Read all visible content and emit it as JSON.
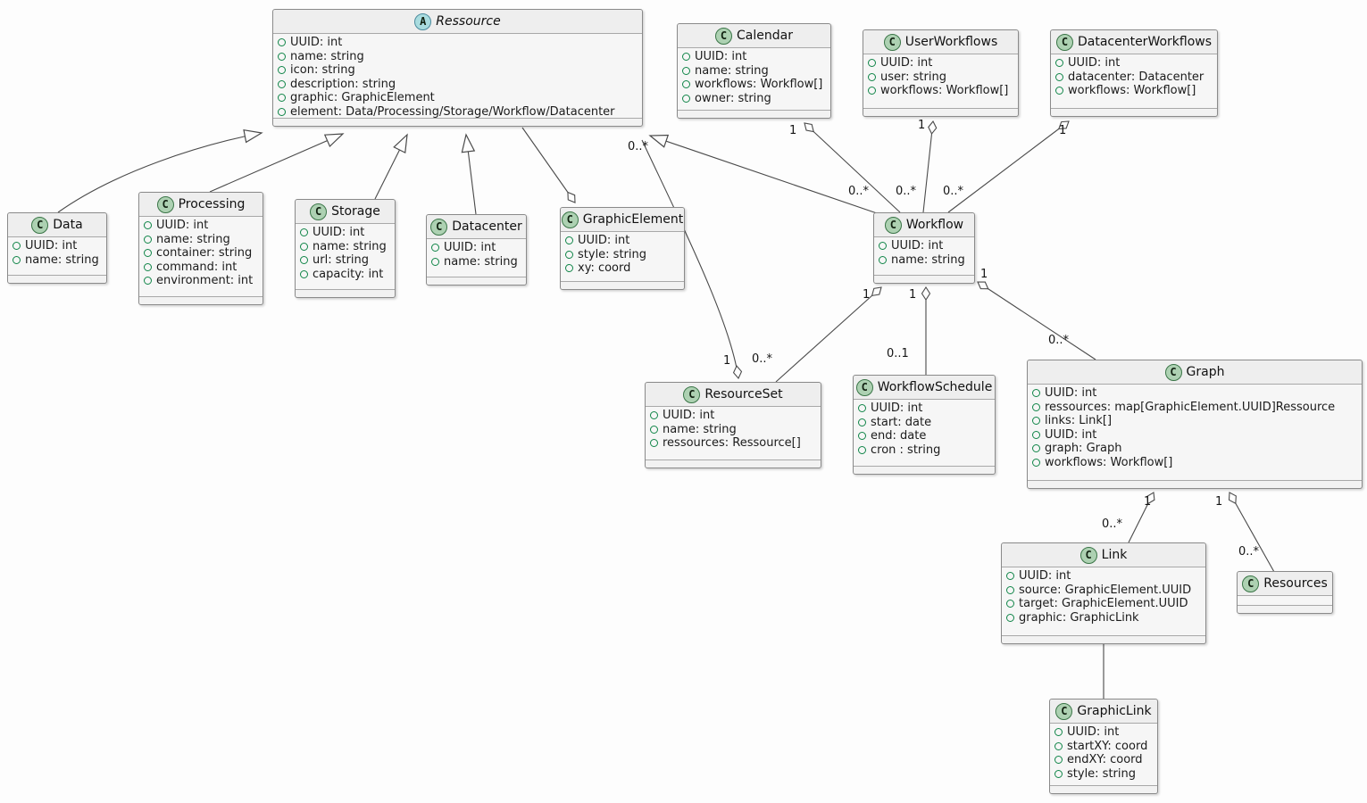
{
  "diagram": {
    "title": "UML class diagram",
    "colors": {
      "box_header": "#eeeeee",
      "box_body": "#f6f6f6",
      "box_border": "#8a8a8a",
      "class_icon_fill": "#ADD1B2",
      "abstract_icon_fill": "#A9DCDF",
      "field_marker": "#108548",
      "edge": "#4a4a4a"
    },
    "classes": [
      {
        "id": "ressource",
        "stereotype": "A",
        "name": "Ressource",
        "attributes": [
          "UUID: int",
          "name: string",
          "icon: string",
          "description: string",
          "graphic: GraphicElement",
          "element: Data/Processing/Storage/Workflow/Datacenter"
        ]
      },
      {
        "id": "data",
        "stereotype": "C",
        "name": "Data",
        "attributes": [
          "UUID: int",
          "name: string"
        ]
      },
      {
        "id": "processing",
        "stereotype": "C",
        "name": "Processing",
        "attributes": [
          "UUID: int",
          "name: string",
          "container: string",
          "command: int",
          "environment: int"
        ]
      },
      {
        "id": "storage",
        "stereotype": "C",
        "name": "Storage",
        "attributes": [
          "UUID: int",
          "name: string",
          "url: string",
          "capacity: int"
        ]
      },
      {
        "id": "datacenter",
        "stereotype": "C",
        "name": "Datacenter",
        "attributes": [
          "UUID: int",
          "name: string"
        ]
      },
      {
        "id": "graphicelement",
        "stereotype": "C",
        "name": "GraphicElement",
        "attributes": [
          "UUID: int",
          "style: string",
          "xy: coord"
        ]
      },
      {
        "id": "calendar",
        "stereotype": "C",
        "name": "Calendar",
        "attributes": [
          "UUID: int",
          "name: string",
          "workflows: Workflow[]",
          "owner: string"
        ]
      },
      {
        "id": "userworkflows",
        "stereotype": "C",
        "name": "UserWorkflows",
        "attributes": [
          "UUID: int",
          "user: string",
          "workflows: Workflow[]"
        ]
      },
      {
        "id": "datacenterworkflows",
        "stereotype": "C",
        "name": "DatacenterWorkflows",
        "attributes": [
          "UUID: int",
          "datacenter: Datacenter",
          "workflows: Workflow[]"
        ]
      },
      {
        "id": "workflow",
        "stereotype": "C",
        "name": "Workflow",
        "attributes": [
          "UUID: int",
          "name: string"
        ]
      },
      {
        "id": "resourceset",
        "stereotype": "C",
        "name": "ResourceSet",
        "attributes": [
          "UUID: int",
          "name: string",
          "ressources: Ressource[]"
        ]
      },
      {
        "id": "workflowschedule",
        "stereotype": "C",
        "name": "WorkflowSchedule",
        "attributes": [
          "UUID: int",
          "start: date",
          "end: date",
          "cron : string"
        ]
      },
      {
        "id": "graph",
        "stereotype": "C",
        "name": "Graph",
        "attributes": [
          "UUID: int",
          "ressources: map[GraphicElement.UUID]Ressource",
          "links: Link[]",
          "UUID: int",
          "graph: Graph",
          "workflows: Workflow[]"
        ]
      },
      {
        "id": "link",
        "stereotype": "C",
        "name": "Link",
        "attributes": [
          "UUID: int",
          "source: GraphicElement.UUID",
          "target: GraphicElement.UUID",
          "graphic: GraphicLink"
        ]
      },
      {
        "id": "resources",
        "stereotype": "C",
        "name": "Resources",
        "attributes": []
      },
      {
        "id": "graphiclink",
        "stereotype": "C",
        "name": "GraphicLink",
        "attributes": [
          "UUID: int",
          "startXY: coord",
          "endXY: coord",
          "style: string"
        ]
      }
    ],
    "edges": [
      {
        "id": "data-ressource",
        "type": "generalization",
        "from": "Data",
        "to": "Ressource"
      },
      {
        "id": "processing-ressource",
        "type": "generalization",
        "from": "Processing",
        "to": "Ressource"
      },
      {
        "id": "storage-ressource",
        "type": "generalization",
        "from": "Storage",
        "to": "Ressource"
      },
      {
        "id": "datacenter-ressource",
        "type": "generalization",
        "from": "Datacenter",
        "to": "Ressource"
      },
      {
        "id": "workflow-ressource",
        "type": "generalization",
        "from": "Workflow",
        "to": "Ressource"
      },
      {
        "id": "ressource-graphicelement",
        "type": "aggregation",
        "from": "Ressource",
        "to": "GraphicElement"
      },
      {
        "id": "calendar-workflow",
        "type": "aggregation",
        "from": "Workflow",
        "to": "Calendar",
        "start_label": "0..*",
        "end_label": "1"
      },
      {
        "id": "userworkflows-workflow",
        "type": "aggregation",
        "from": "Workflow",
        "to": "UserWorkflows",
        "start_label": "0..*",
        "end_label": "1"
      },
      {
        "id": "datacenterworkflows-workflow",
        "type": "aggregation",
        "from": "Workflow",
        "to": "DatacenterWorkflows",
        "start_label": "0..*",
        "end_label": "1"
      },
      {
        "id": "ressource-resourceset",
        "type": "aggregation",
        "from": "Ressource",
        "to": "ResourceSet",
        "start_label": "0..*",
        "end_label": "1"
      },
      {
        "id": "resourceset-workflow",
        "type": "aggregation",
        "from": "ResourceSet",
        "to": "Workflow",
        "start_label": "0..*",
        "end_label": "1"
      },
      {
        "id": "workflowschedule-workflow",
        "type": "aggregation",
        "from": "WorkflowSchedule",
        "to": "Workflow",
        "start_label": "0..1",
        "end_label": "1"
      },
      {
        "id": "graph-workflow",
        "type": "aggregation",
        "from": "Graph",
        "to": "Workflow",
        "start_label": "0..*",
        "end_label": "1"
      },
      {
        "id": "link-graph",
        "type": "aggregation",
        "from": "Link",
        "to": "Graph",
        "start_label": "0..*",
        "end_label": "1"
      },
      {
        "id": "resources-graph",
        "type": "aggregation",
        "from": "Resources",
        "to": "Graph",
        "start_label": "0..*",
        "end_label": "1"
      },
      {
        "id": "link-graphiclink",
        "type": "association",
        "from": "Link",
        "to": "GraphicLink"
      }
    ]
  }
}
